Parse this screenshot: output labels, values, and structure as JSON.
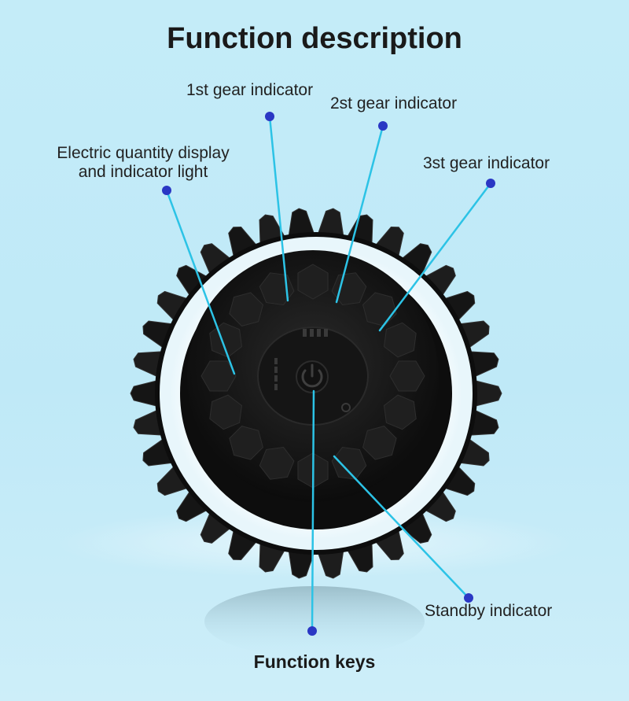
{
  "title": "Function description",
  "labels": {
    "gear1": "1st gear indicator",
    "gear2": "2st gear indicator",
    "gear3": "3st gear indicator",
    "electric_line1": "Electric quantity display",
    "electric_line2": "and indicator light",
    "standby": "Standby indicator",
    "function_keys": "Function keys"
  },
  "colors": {
    "background": "#c4ecf8",
    "callout_line": "#2cc3e6",
    "callout_dot": "#2a37c4",
    "device_body": "#111111",
    "light_ring": "#ffffff"
  },
  "icons": {
    "power": "power-icon"
  }
}
